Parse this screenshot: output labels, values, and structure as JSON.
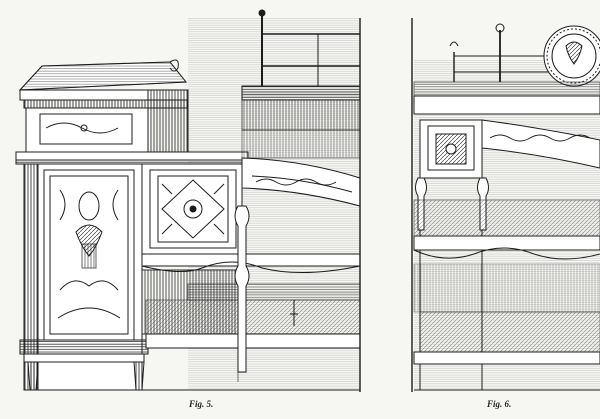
{
  "plate": {
    "background": "#f6f6f3",
    "ink": "#1c1c1c",
    "figures": [
      {
        "caption": "Fig. 5.",
        "subject": "sideboard-cabinet-with-painted-panels"
      },
      {
        "caption": "Fig. 6.",
        "subject": "tiered-stand-with-gallery-and-plate"
      }
    ]
  }
}
